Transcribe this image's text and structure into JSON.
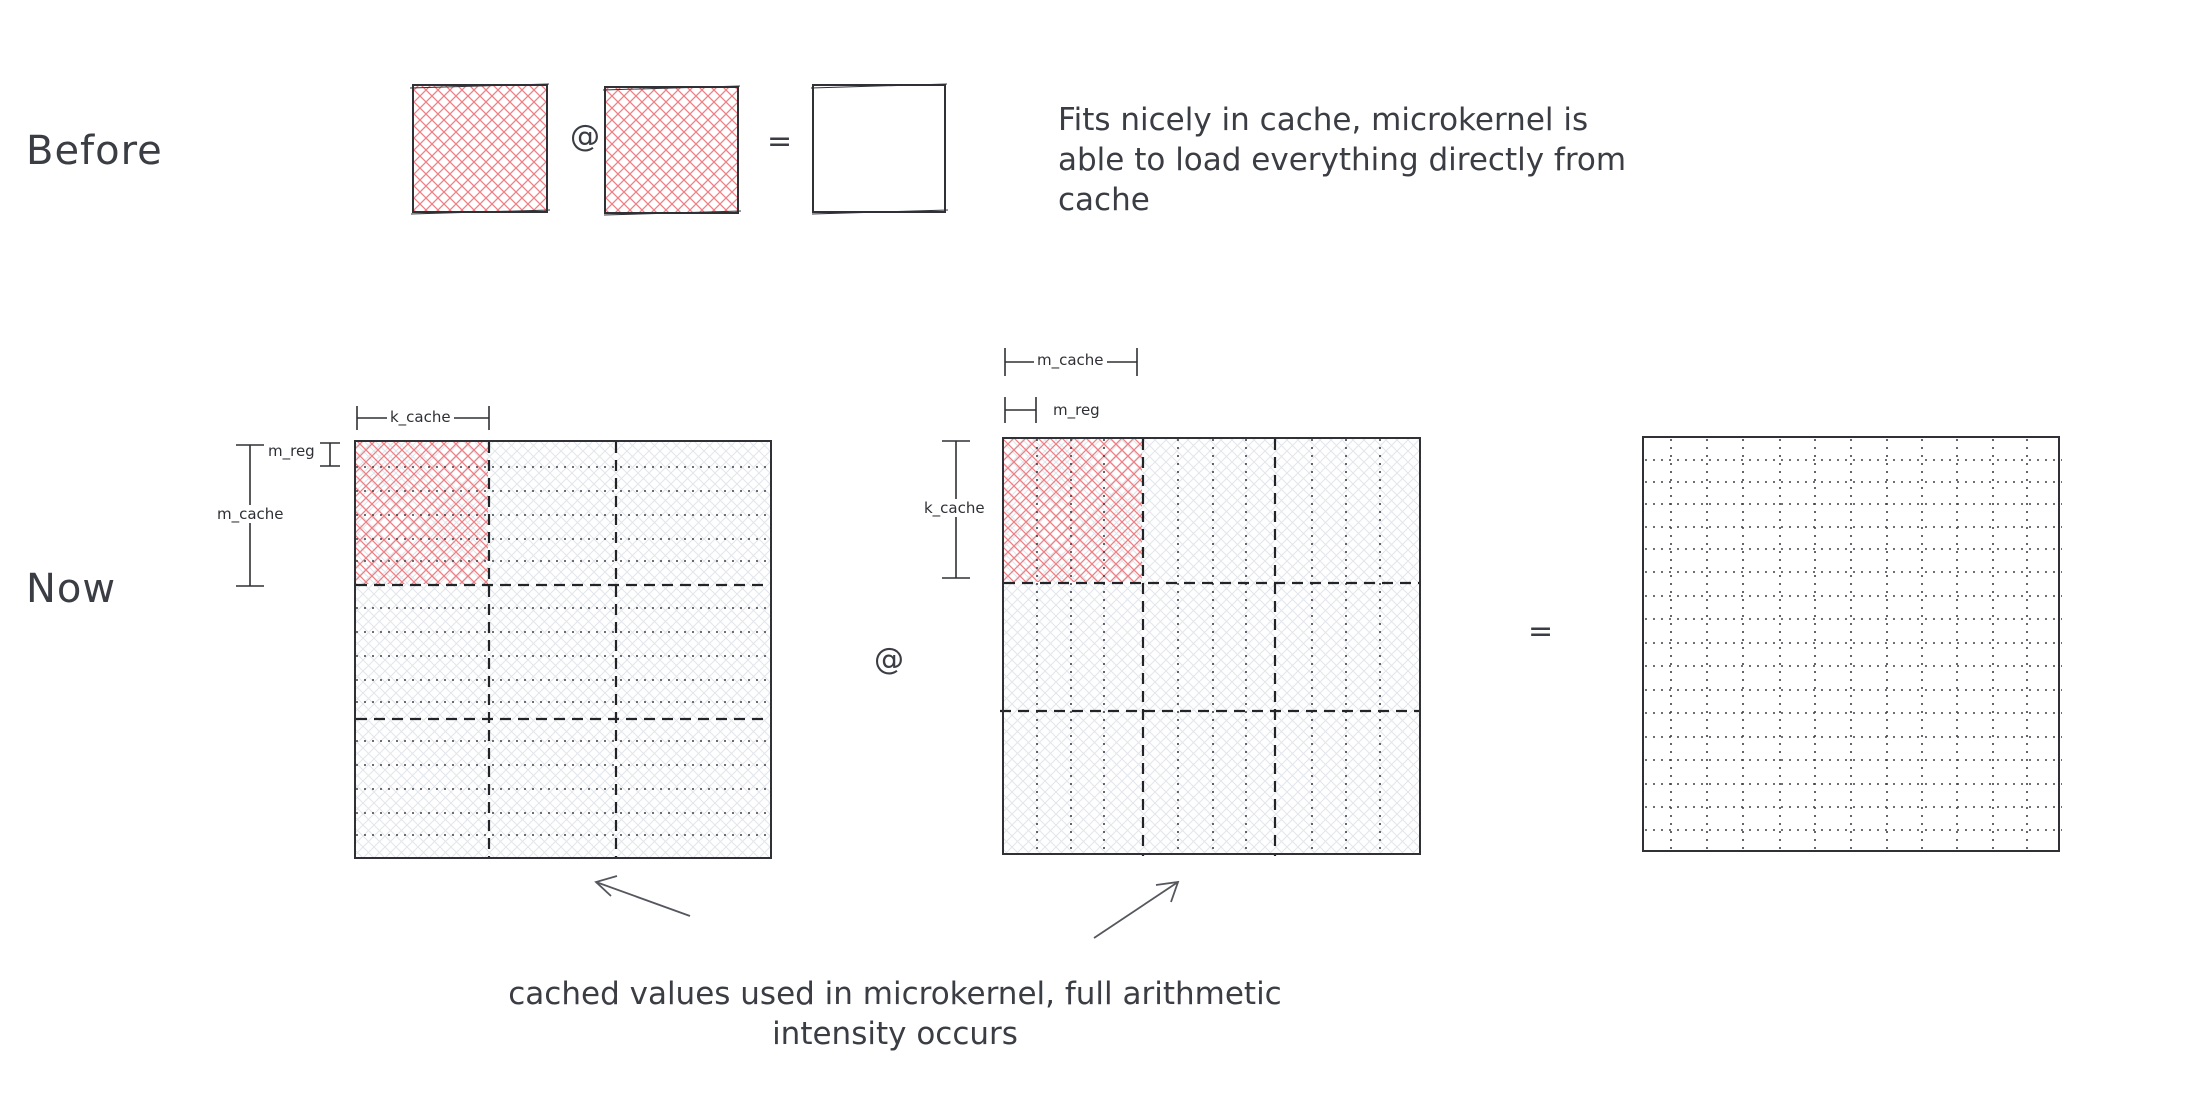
{
  "before": {
    "label": "Before",
    "matmul_op": "@",
    "equals_op": "=",
    "note": "Fits nicely in cache, microkernel is able to load everything directly from cache"
  },
  "now": {
    "label": "Now",
    "matmul_op": "@",
    "equals_op": "=",
    "note": "cached values used in microkernel, full arithmetic intensity occurs"
  },
  "dimensions": {
    "k_cache": "k_cache",
    "m_cache": "m_cache",
    "m_reg": "m_reg"
  },
  "colors": {
    "cached_tile": "#f28c8f",
    "uncached_fill": "#e6eaee",
    "outline": "#2f3136",
    "text": "#3b3d44"
  }
}
